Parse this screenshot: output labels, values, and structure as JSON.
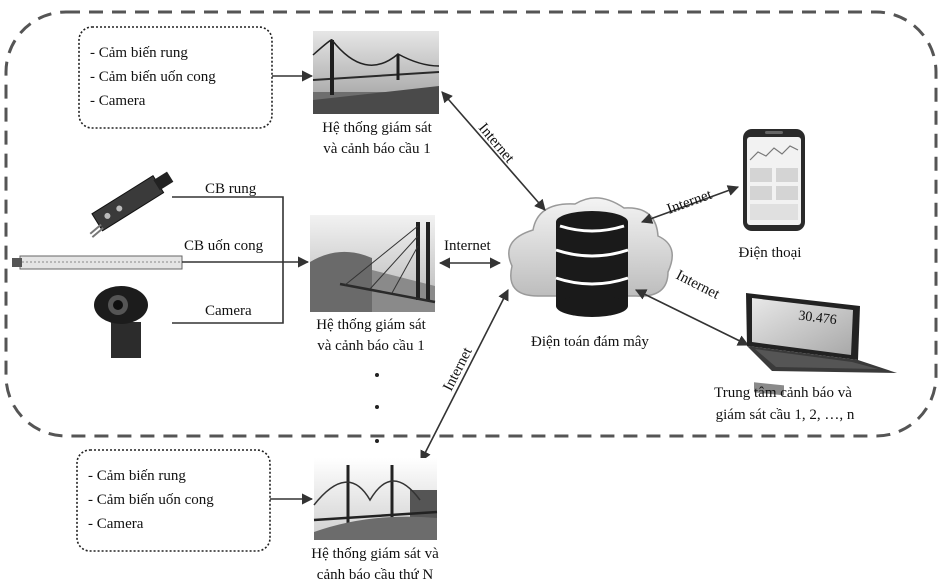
{
  "sensor_box_top": {
    "items": [
      "-  Cảm biến rung",
      "-  Cảm biến uốn cong",
      "-  Camera"
    ]
  },
  "sensor_box_bottom": {
    "items": [
      "-  Cảm biến rung",
      "-  Cảm biến uốn cong",
      "-  Camera"
    ]
  },
  "bridge1": {
    "caption_line1": "Hệ thống giám sát",
    "caption_line2": "và cảnh báo cầu 1"
  },
  "bridge2": {
    "caption_line1": "Hệ thống giám sát",
    "caption_line2": "và cảnh báo cầu 1"
  },
  "bridgeN": {
    "caption_line1": "Hệ thống giám sát và",
    "caption_line2": "cảnh báo cầu thứ N"
  },
  "sensor_labels": {
    "vibration": "CB rung",
    "bend": "CB uốn cong",
    "camera": "Camera"
  },
  "links": {
    "bridge1_cloud": "Internet",
    "bridge2_cloud": "Internet",
    "bridgeN_cloud": "Internet",
    "cloud_phone": "Internet",
    "cloud_center": "Internet"
  },
  "cloud": {
    "label": "Điện toán đám mây"
  },
  "phone": {
    "label": "Điện thoại",
    "screen_readout": ""
  },
  "center": {
    "label_line1": "Trung tâm cảnh báo và",
    "label_line2": "giám sát cầu 1, 2, …, n",
    "screen_readout": "30.476"
  },
  "ellipsis": "⋮",
  "colors": {
    "stroke": "#222222",
    "dashed": "#555555",
    "arrow": "#333333"
  }
}
